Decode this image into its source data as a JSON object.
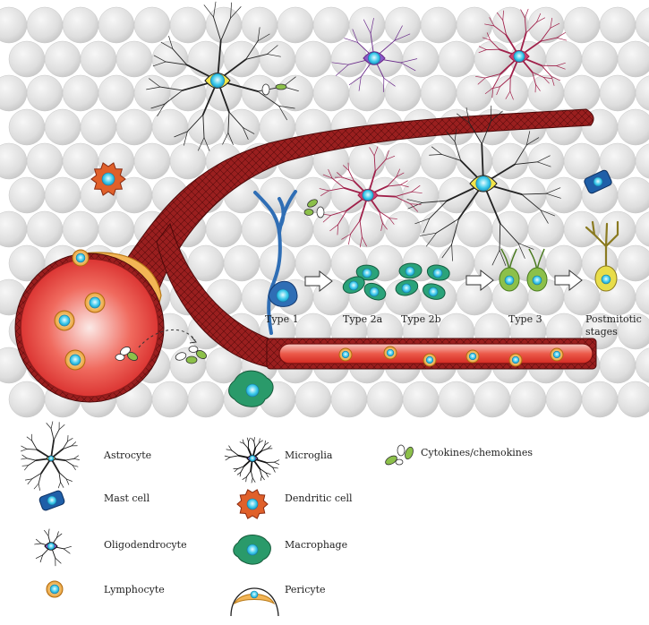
{
  "stage_labels": {
    "type1": "Type 1",
    "type2a": "Type 2a",
    "type2b": "Type 2b",
    "type3": "Type 3",
    "postmitotic_line1": "Postmitotic",
    "postmitotic_line2": "stages"
  },
  "legend": [
    {
      "icon": "astrocyte-icon",
      "label": "Astrocyte"
    },
    {
      "icon": "mast-cell-icon",
      "label": "Mast cell"
    },
    {
      "icon": "oligodendrocyte-icon",
      "label": "Oligodendrocyte"
    },
    {
      "icon": "lymphocyte-icon",
      "label": "Lymphocyte"
    },
    {
      "icon": "microglia-icon",
      "label": "Microglia"
    },
    {
      "icon": "dendritic-cell-icon",
      "label": "Dendritic cell"
    },
    {
      "icon": "macrophage-icon",
      "label": "Macrophage"
    },
    {
      "icon": "pericyte-icon",
      "label": "Pericyte"
    },
    {
      "icon": "cytokines-icon",
      "label": "Cytokines/chemokines"
    }
  ],
  "colors": {
    "vessel": "#8e1b1b",
    "vessel_light": "#c0302a",
    "astrocyte": "#f2e54a",
    "oligodendrocyte": "#6a2a8a",
    "microglia": "#a0204a",
    "mast_cell": "#1f5fa8",
    "macrophage": "#2a9a6a",
    "dendritic": "#e0602a",
    "lymphocyte": "#f0a030",
    "nucleus": "#33c6e8",
    "type1": "#2f6eb5",
    "type2": "#2aa37a",
    "type3": "#8cc04a"
  }
}
